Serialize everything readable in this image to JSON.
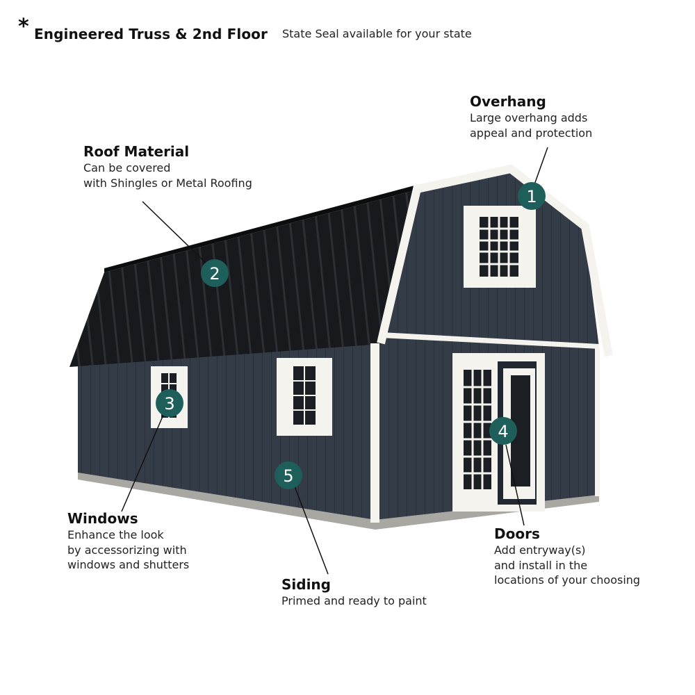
{
  "header": {
    "asterisk": "*",
    "title": "Engineered Truss & 2nd Floor",
    "subtitle": "State Seal available for your state"
  },
  "colors": {
    "siding": "#343c48",
    "roof": "#17191c",
    "trim": "#f4f3ee",
    "foundation": "#a8a7a2",
    "marker": "#1e5f5c"
  },
  "callouts": [
    {
      "number": "1",
      "heading": "Overhang",
      "lines": [
        "Large overhang adds",
        "appeal and protection"
      ]
    },
    {
      "number": "2",
      "heading": "Roof Material",
      "lines": [
        "Can be covered",
        "with Shingles or Metal Roofing"
      ]
    },
    {
      "number": "3",
      "heading": "Windows",
      "lines": [
        "Enhance the look",
        "by accessorizing with",
        "windows and shutters"
      ]
    },
    {
      "number": "4",
      "heading": "Doors",
      "lines": [
        "Add entryway(s)",
        "and install in the",
        "locations of your choosing"
      ]
    },
    {
      "number": "5",
      "heading": "Siding",
      "lines": [
        "Primed and ready to paint"
      ]
    }
  ]
}
